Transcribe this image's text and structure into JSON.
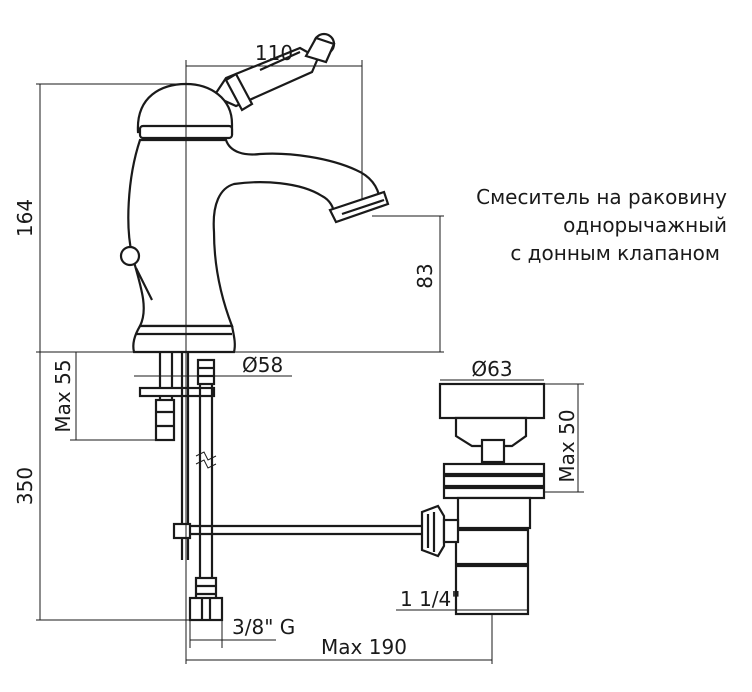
{
  "title_lines": [
    "Смеситель на раковину",
    "однорычажный",
    "с донным клапаном"
  ],
  "dimensions": {
    "width_spout": "110",
    "height_total": "164",
    "spout_height": "83",
    "base_diameter": "Ø58",
    "max_thickness": "Max 55",
    "hose_length": "350",
    "thread_hose": "3/8\" G",
    "drain_diameter": "Ø63",
    "drain_max": "Max 50",
    "drain_thread": "1 1/4\"",
    "rod_max": "Max 190"
  }
}
